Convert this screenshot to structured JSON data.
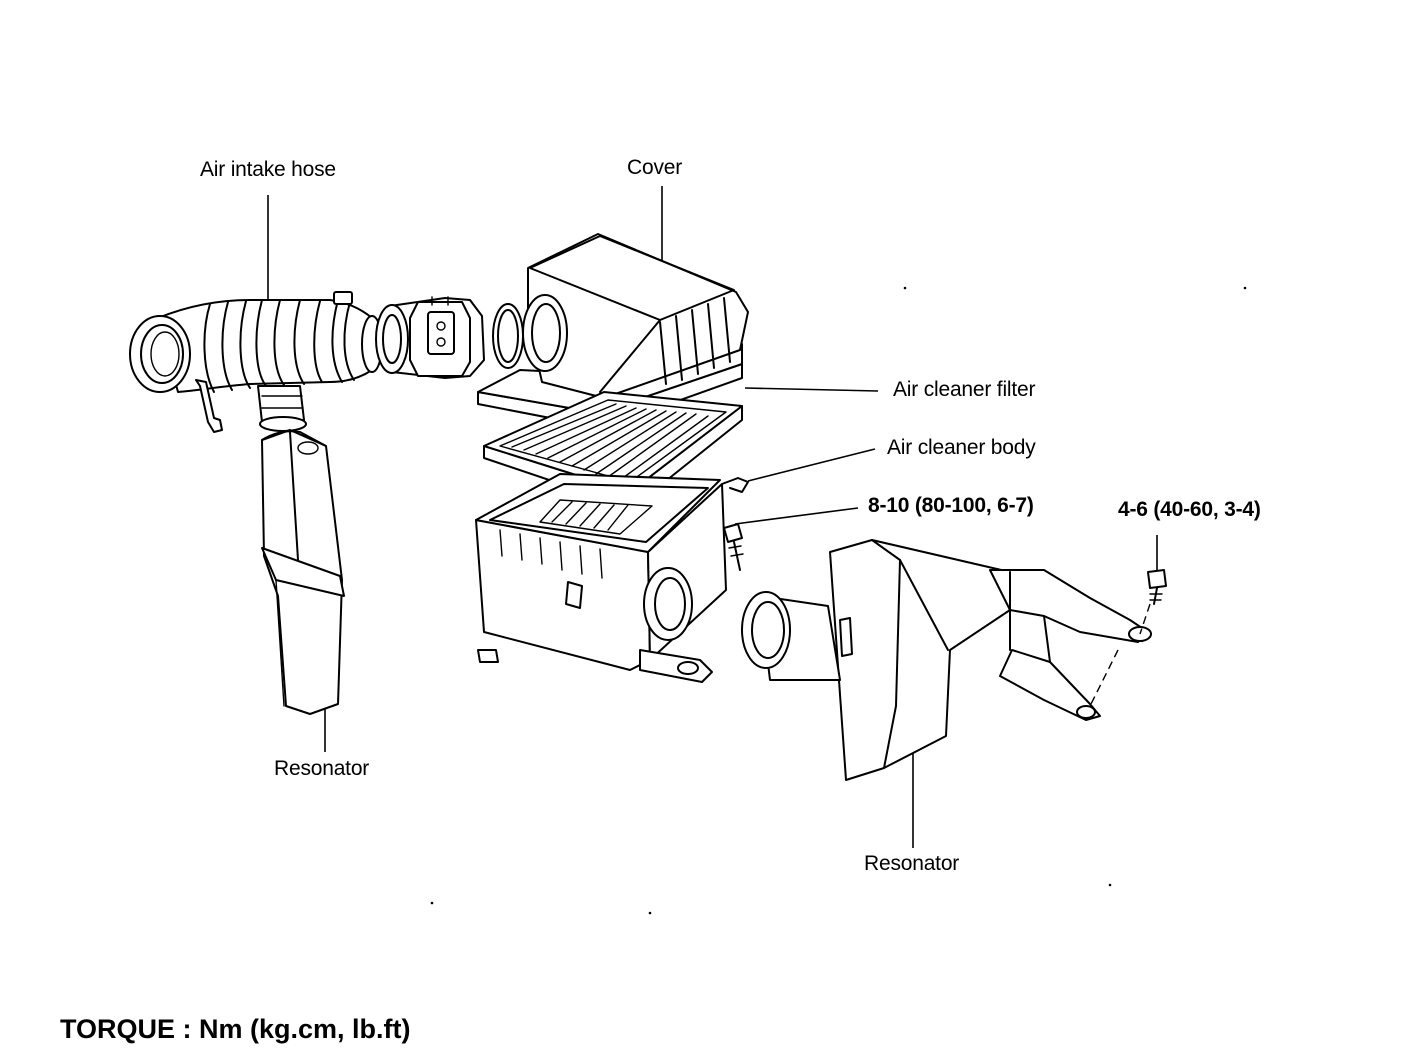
{
  "labels": {
    "air_intake_hose": "Air intake hose",
    "cover": "Cover",
    "air_cleaner_filter": "Air cleaner filter",
    "air_cleaner_body": "Air cleaner body",
    "torque_body_bolt": "8-10 (80-100, 6-7)",
    "torque_resonator_bolt": "4-6 (40-60, 3-4)",
    "resonator_left": "Resonator",
    "resonator_right": "Resonator"
  },
  "footer": {
    "torque_units": "TORQUE : Nm (kg.cm, lb.ft)"
  },
  "colors": {
    "ink": "#000000",
    "paper": "#ffffff"
  }
}
